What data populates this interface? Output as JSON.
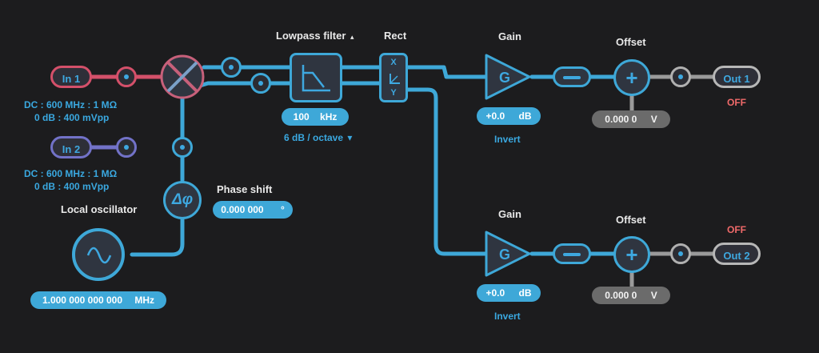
{
  "inputs": [
    {
      "label": "In 1",
      "line1": "DC : 600 MHz : 1 MΩ",
      "line2": "0 dB : 400 mVpp"
    },
    {
      "label": "In 2",
      "line1": "DC : 600 MHz : 1 MΩ",
      "line2": "0 dB : 400 mVpp"
    }
  ],
  "oscillator": {
    "title": "Local oscillator",
    "frequency": "1.000 000 000 000",
    "unit": "MHz"
  },
  "phase": {
    "title": "Phase shift",
    "value": "0.000 000",
    "unit": "°",
    "symbol": "Δφ"
  },
  "lowpass": {
    "title": "Lowpass filter",
    "cutoff": "100",
    "cutoff_unit": "kHz",
    "slope": "6 dB / octave"
  },
  "rect": {
    "title": "Rect",
    "x": "X",
    "y": "Y"
  },
  "channels": [
    {
      "gain_title": "Gain",
      "gain_symbol": "G",
      "gain_value": "+0.0",
      "gain_unit": "dB",
      "invert": "Invert",
      "offset_title": "Offset",
      "offset_value": "0.000 0",
      "offset_unit": "V",
      "output": "Out 1",
      "status": "OFF"
    },
    {
      "gain_title": "Gain",
      "gain_symbol": "G",
      "gain_value": "+0.0",
      "gain_unit": "dB",
      "invert": "Invert",
      "offset_title": "Offset",
      "offset_value": "0.000 0",
      "offset_unit": "V",
      "output": "Out 2",
      "status": "OFF"
    }
  ],
  "icons": {
    "plus": "+",
    "triangle_up": "▴",
    "triangle_down": "▾"
  },
  "colors": {
    "accent": "#3ea8d8",
    "in1": "#d4506a",
    "in2": "#7272c8",
    "off": "#f06a6a",
    "offset_path": "#9a9a9a"
  }
}
